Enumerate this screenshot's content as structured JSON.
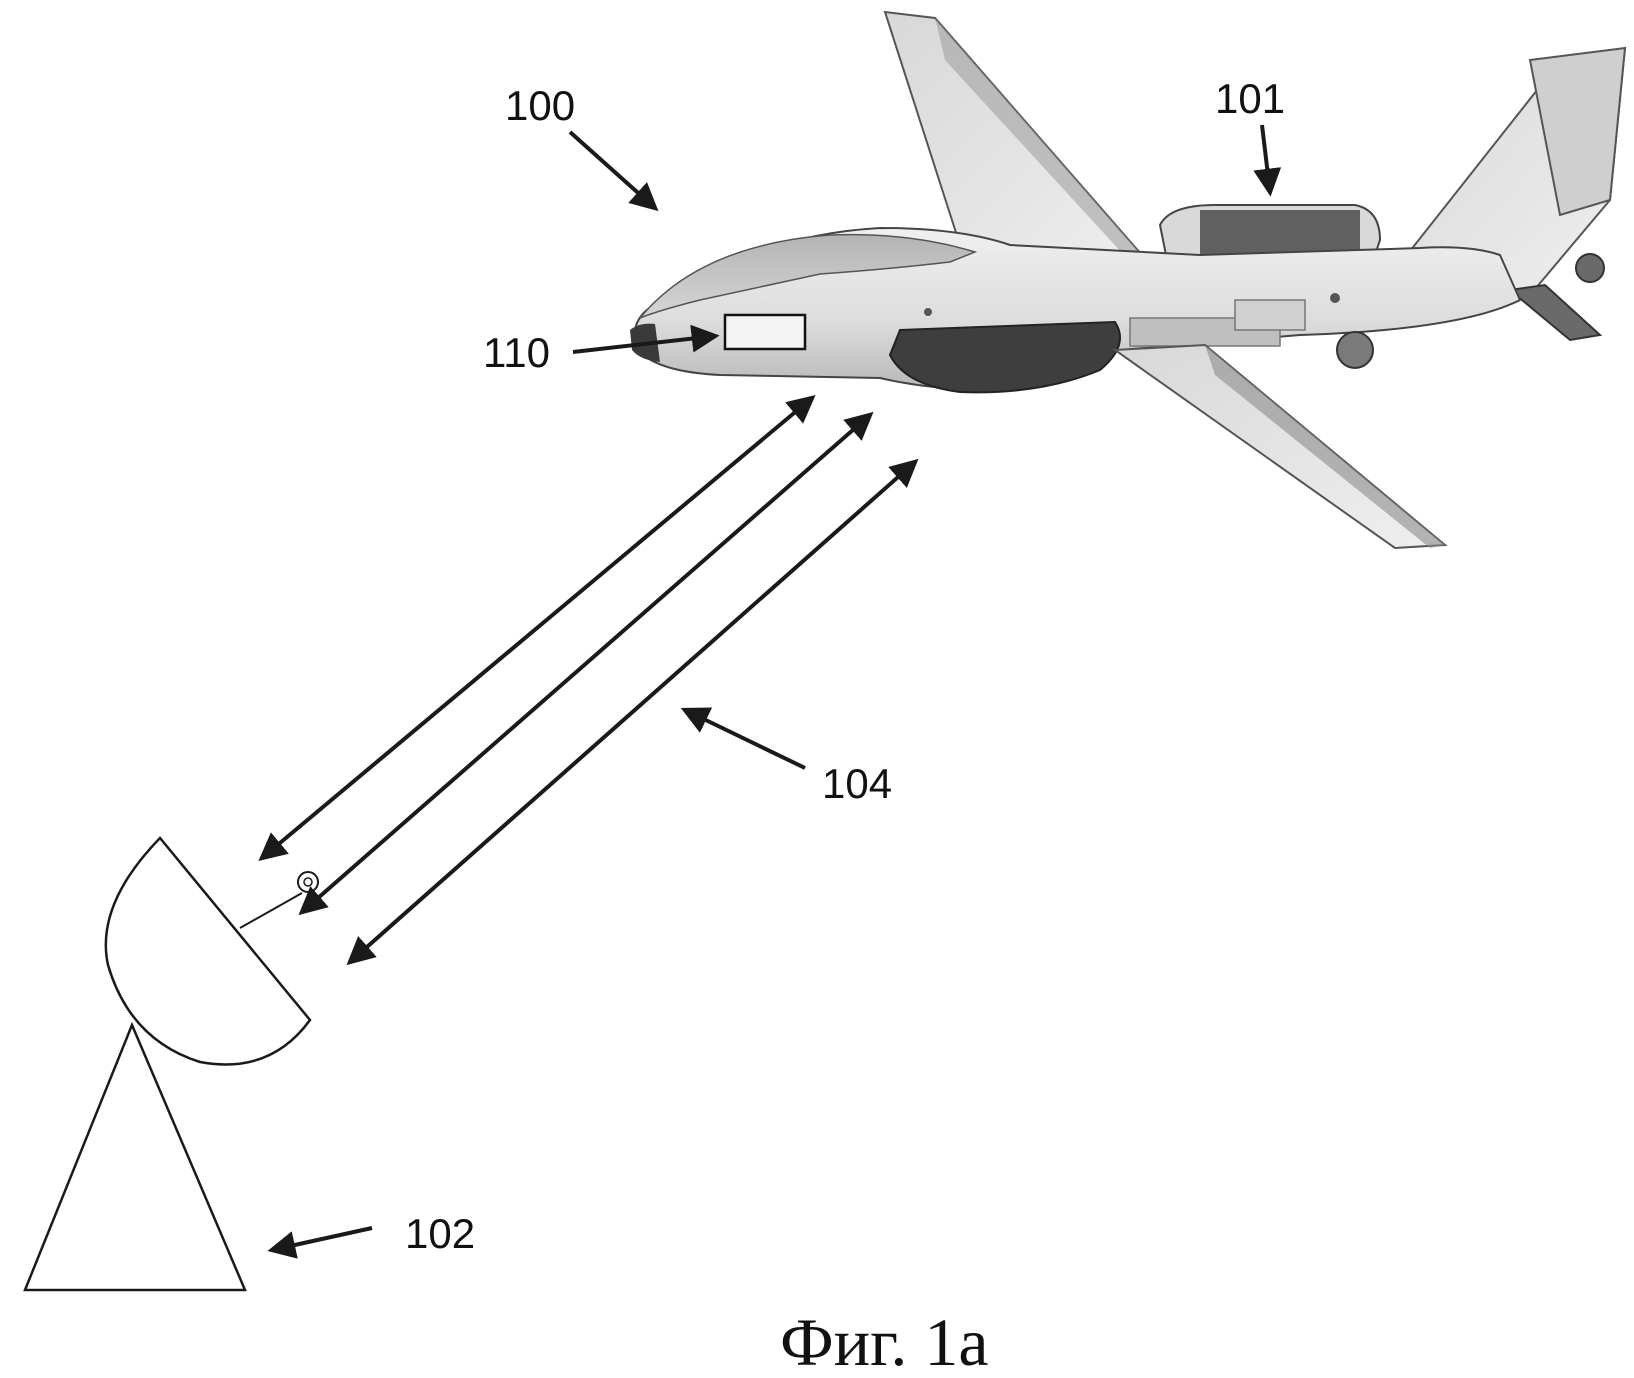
{
  "labels": {
    "uav": "100",
    "payload": "101",
    "ground_station": "102",
    "link": "104",
    "onboard_unit": "110"
  },
  "caption": "Фиг. 1а",
  "icons": {
    "aircraft": "uav-drone-icon",
    "dish": "satellite-dish-icon",
    "mast": "antenna-mast-icon"
  },
  "colors": {
    "ink": "#1a1a1a",
    "fuselage_light": "#e6e6e6",
    "fuselage_mid": "#bdbdbd",
    "dark_panel": "#4a4a4a"
  }
}
